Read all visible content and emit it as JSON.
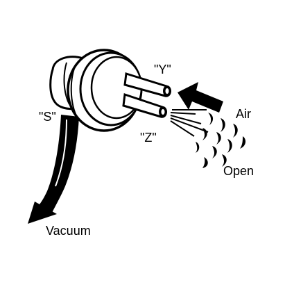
{
  "labels": {
    "port_y": "\"Y\"",
    "port_z": "\"Z\"",
    "port_s": "\"S\"",
    "air": "Air",
    "open": "Open",
    "vacuum": "Vacuum"
  },
  "colors": {
    "ink": "#000000",
    "paper": "#ffffff"
  }
}
